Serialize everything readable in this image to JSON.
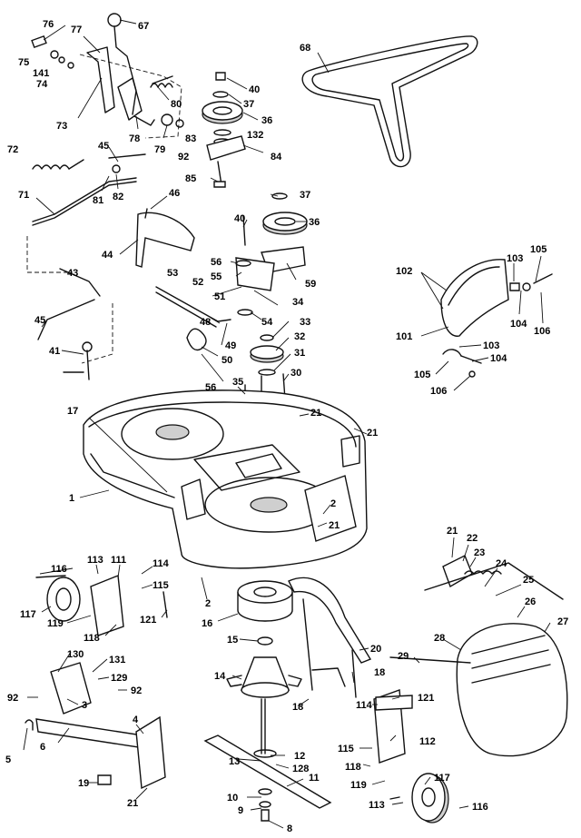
{
  "callouts": [
    {
      "id": "c76",
      "text": "76"
    },
    {
      "id": "c77",
      "text": "77"
    },
    {
      "id": "c67",
      "text": "67"
    },
    {
      "id": "c75",
      "text": "75"
    },
    {
      "id": "c141",
      "text": "141"
    },
    {
      "id": "c74",
      "text": "74"
    },
    {
      "id": "c73",
      "text": "73"
    },
    {
      "id": "c80",
      "text": "80"
    },
    {
      "id": "c78",
      "text": "78"
    },
    {
      "id": "c79",
      "text": "79"
    },
    {
      "id": "c92a",
      "text": "92"
    },
    {
      "id": "c68",
      "text": "68"
    },
    {
      "id": "c40a",
      "text": "40"
    },
    {
      "id": "c37a",
      "text": "37"
    },
    {
      "id": "c36a",
      "text": "36"
    },
    {
      "id": "c83",
      "text": "83"
    },
    {
      "id": "c132",
      "text": "132"
    },
    {
      "id": "c84",
      "text": "84"
    },
    {
      "id": "c85",
      "text": "85"
    },
    {
      "id": "c72",
      "text": "72"
    },
    {
      "id": "c45a",
      "text": "45"
    },
    {
      "id": "c81",
      "text": "81"
    },
    {
      "id": "c82",
      "text": "82"
    },
    {
      "id": "c71",
      "text": "71"
    },
    {
      "id": "c46",
      "text": "46"
    },
    {
      "id": "c44",
      "text": "44"
    },
    {
      "id": "c40b",
      "text": "40"
    },
    {
      "id": "c37b",
      "text": "37"
    },
    {
      "id": "c36b",
      "text": "36"
    },
    {
      "id": "c43",
      "text": "43"
    },
    {
      "id": "c56a",
      "text": "56"
    },
    {
      "id": "c55",
      "text": "55"
    },
    {
      "id": "c53",
      "text": "53"
    },
    {
      "id": "c59",
      "text": "59"
    },
    {
      "id": "c52",
      "text": "52"
    },
    {
      "id": "c51",
      "text": "51"
    },
    {
      "id": "c34",
      "text": "34"
    },
    {
      "id": "c48",
      "text": "48"
    },
    {
      "id": "c54",
      "text": "54"
    },
    {
      "id": "c33",
      "text": "33"
    },
    {
      "id": "c45b",
      "text": "45"
    },
    {
      "id": "c49",
      "text": "49"
    },
    {
      "id": "c32",
      "text": "32"
    },
    {
      "id": "c41",
      "text": "41"
    },
    {
      "id": "c50",
      "text": "50"
    },
    {
      "id": "c31",
      "text": "31"
    },
    {
      "id": "c56b",
      "text": "56"
    },
    {
      "id": "c35",
      "text": "35"
    },
    {
      "id": "c30",
      "text": "30"
    },
    {
      "id": "c102",
      "text": "102"
    },
    {
      "id": "c103a",
      "text": "103"
    },
    {
      "id": "c105a",
      "text": "105"
    },
    {
      "id": "c104a",
      "text": "104"
    },
    {
      "id": "c106a",
      "text": "106"
    },
    {
      "id": "c101",
      "text": "101"
    },
    {
      "id": "c103b",
      "text": "103"
    },
    {
      "id": "c104b",
      "text": "104"
    },
    {
      "id": "c105b",
      "text": "105"
    },
    {
      "id": "c106b",
      "text": "106"
    },
    {
      "id": "c17",
      "text": "17"
    },
    {
      "id": "c21a",
      "text": "21"
    },
    {
      "id": "c21b",
      "text": "21"
    },
    {
      "id": "c1",
      "text": "1"
    },
    {
      "id": "c2a",
      "text": "2"
    },
    {
      "id": "c21c",
      "text": "21"
    },
    {
      "id": "c21d",
      "text": "21"
    },
    {
      "id": "c22",
      "text": "22"
    },
    {
      "id": "c23",
      "text": "23"
    },
    {
      "id": "c24",
      "text": "24"
    },
    {
      "id": "c25",
      "text": "25"
    },
    {
      "id": "c26",
      "text": "26"
    },
    {
      "id": "c116a",
      "text": "116"
    },
    {
      "id": "c113a",
      "text": "113"
    },
    {
      "id": "c111",
      "text": "111"
    },
    {
      "id": "c114a",
      "text": "114"
    },
    {
      "id": "c115a",
      "text": "115"
    },
    {
      "id": "c117a",
      "text": "117"
    },
    {
      "id": "c119a",
      "text": "119"
    },
    {
      "id": "c121a",
      "text": "121"
    },
    {
      "id": "c2b",
      "text": "2"
    },
    {
      "id": "c16",
      "text": "16"
    },
    {
      "id": "c118a",
      "text": "118"
    },
    {
      "id": "c27",
      "text": "27"
    },
    {
      "id": "c28",
      "text": "28"
    },
    {
      "id": "c29",
      "text": "29"
    },
    {
      "id": "c15",
      "text": "15"
    },
    {
      "id": "c20",
      "text": "20"
    },
    {
      "id": "c130",
      "text": "130"
    },
    {
      "id": "c131",
      "text": "131"
    },
    {
      "id": "c129",
      "text": "129"
    },
    {
      "id": "c92b",
      "text": "92"
    },
    {
      "id": "c92c",
      "text": "92"
    },
    {
      "id": "c3",
      "text": "3"
    },
    {
      "id": "c14",
      "text": "14"
    },
    {
      "id": "c18a",
      "text": "18"
    },
    {
      "id": "c18b",
      "text": "18"
    },
    {
      "id": "c114b",
      "text": "114"
    },
    {
      "id": "c121b",
      "text": "121"
    },
    {
      "id": "c4",
      "text": "4"
    },
    {
      "id": "c5",
      "text": "5"
    },
    {
      "id": "c6",
      "text": "6"
    },
    {
      "id": "c112",
      "text": "112"
    },
    {
      "id": "c13",
      "text": "13"
    },
    {
      "id": "c115b",
      "text": "115"
    },
    {
      "id": "c12",
      "text": "12"
    },
    {
      "id": "c118b",
      "text": "118"
    },
    {
      "id": "c128",
      "text": "128"
    },
    {
      "id": "c119b",
      "text": "119"
    },
    {
      "id": "c117b",
      "text": "117"
    },
    {
      "id": "c19",
      "text": "19"
    },
    {
      "id": "c21e",
      "text": "21"
    },
    {
      "id": "c11",
      "text": "11"
    },
    {
      "id": "c10",
      "text": "10"
    },
    {
      "id": "c9",
      "text": "9"
    },
    {
      "id": "c8",
      "text": "8"
    },
    {
      "id": "c113b",
      "text": "113"
    },
    {
      "id": "c116b",
      "text": "116"
    }
  ]
}
